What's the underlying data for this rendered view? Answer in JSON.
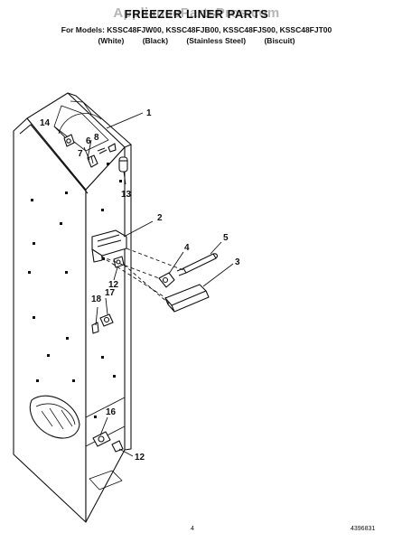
{
  "watermark": "AppliancePartsPros.com",
  "header": {
    "title": "FREEZER LINER PARTS",
    "models": "For Models: KSSC48FJW00, KSSC48FJB00, KSSC48FJS00, KSSC48FJT00",
    "colors": [
      "(White)",
      "(Black)",
      "(Stainless Steel)",
      "(Biscuit)"
    ]
  },
  "callouts": [
    "1",
    "14",
    "8",
    "6",
    "7",
    "13",
    "2",
    "4",
    "5",
    "3",
    "12",
    "18",
    "17",
    "16",
    "12"
  ],
  "footer": {
    "page": "4",
    "doc_number": "4396831"
  }
}
